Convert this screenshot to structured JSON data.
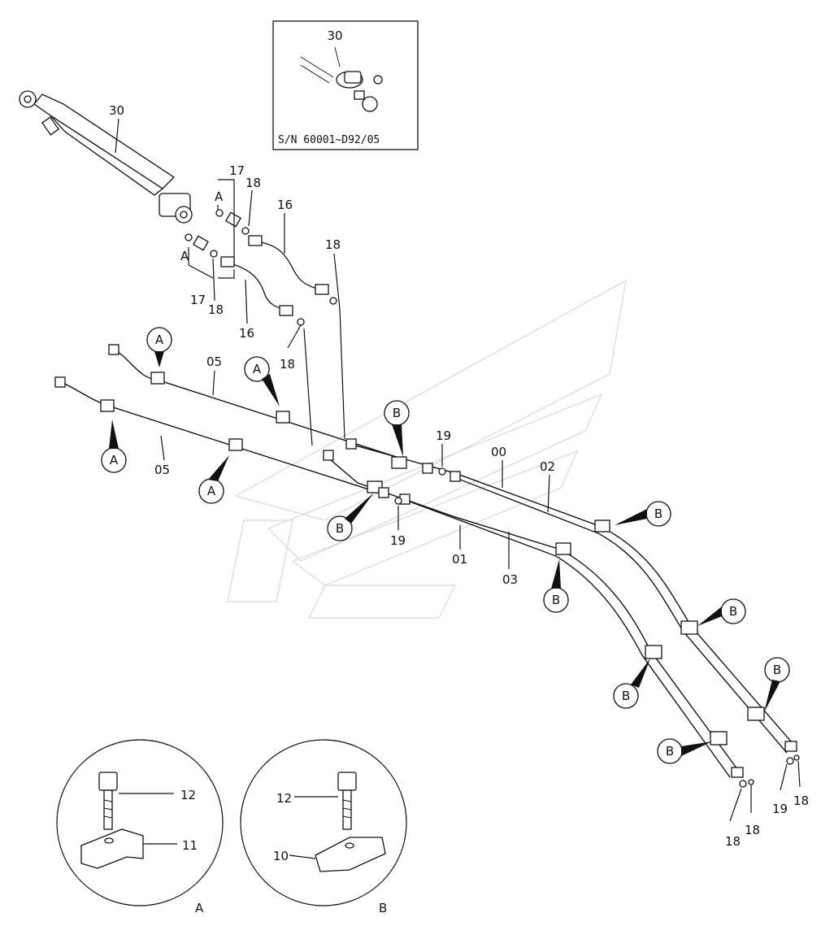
{
  "inset": {
    "part": "30",
    "serial_range": "S/N 60001~D92/05"
  },
  "labels": {
    "p30": "30",
    "p17a": "17",
    "p17b": "17",
    "p18a": "18",
    "p18b": "18",
    "p18c": "18",
    "p18d": "18",
    "p18e": "18",
    "p18f": "18",
    "p18g": "18",
    "p16a": "16",
    "p16b": "16",
    "p05a": "05",
    "p05b": "05",
    "p19a": "19",
    "p19b": "19",
    "p19c": "19",
    "p00": "00",
    "p01": "01",
    "p02": "02",
    "p03": "03",
    "pA1": "A",
    "pA2": "A"
  },
  "callouts": {
    "a": "A",
    "b": "B"
  },
  "detail_a": {
    "bolt": "12",
    "clamp": "11",
    "tag": "A"
  },
  "detail_b": {
    "bolt": "12",
    "clamp": "10",
    "tag": "B"
  }
}
